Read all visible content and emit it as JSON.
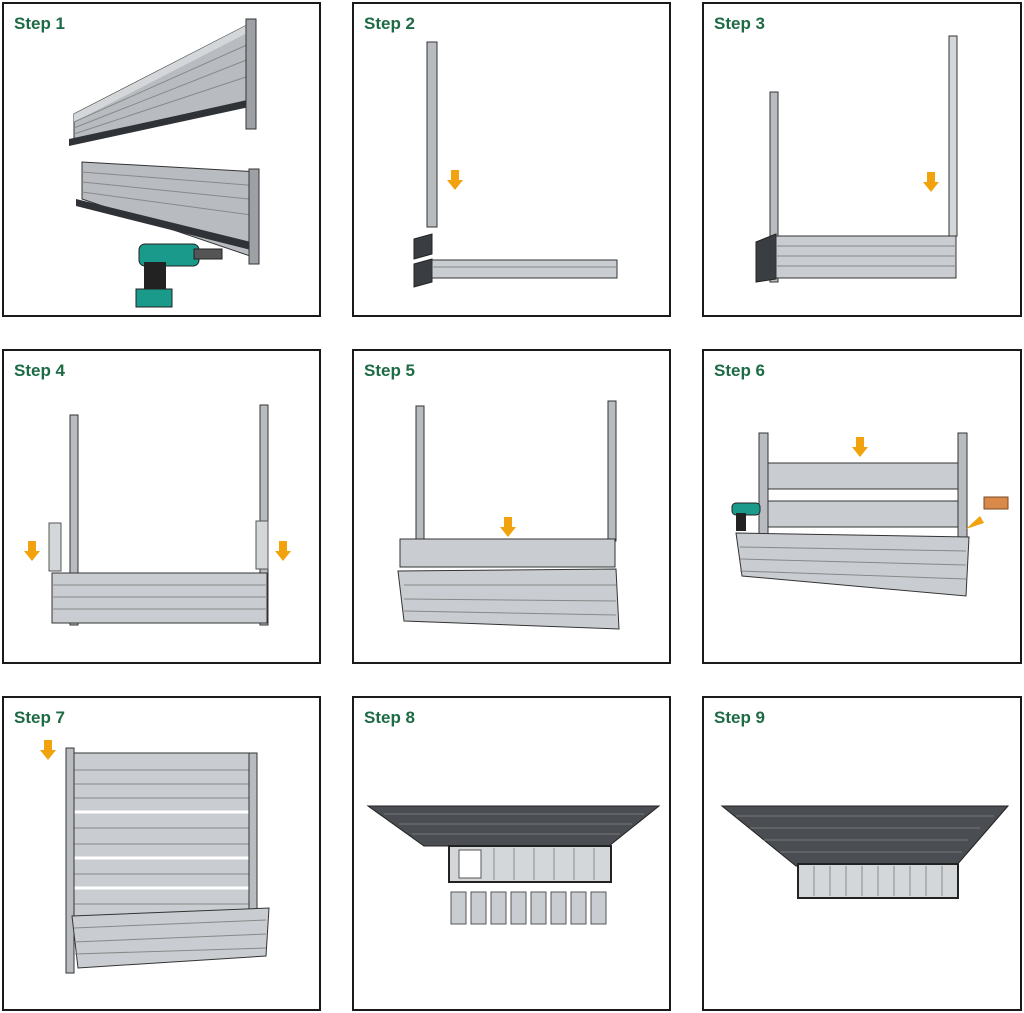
{
  "steps": [
    {
      "label": "Step 1"
    },
    {
      "label": "Step 2"
    },
    {
      "label": "Step 3"
    },
    {
      "label": "Step 4"
    },
    {
      "label": "Step 5"
    },
    {
      "label": "Step 6"
    },
    {
      "label": "Step 7"
    },
    {
      "label": "Step 8"
    },
    {
      "label": "Step 9"
    }
  ],
  "colors": {
    "label": "#1d6b45",
    "arrow": "#f2a20c",
    "panel_light": "#c9cdd1",
    "panel_dark": "#4a4e52",
    "drill": "#1a9a8a",
    "wood": "#d98a4a"
  }
}
